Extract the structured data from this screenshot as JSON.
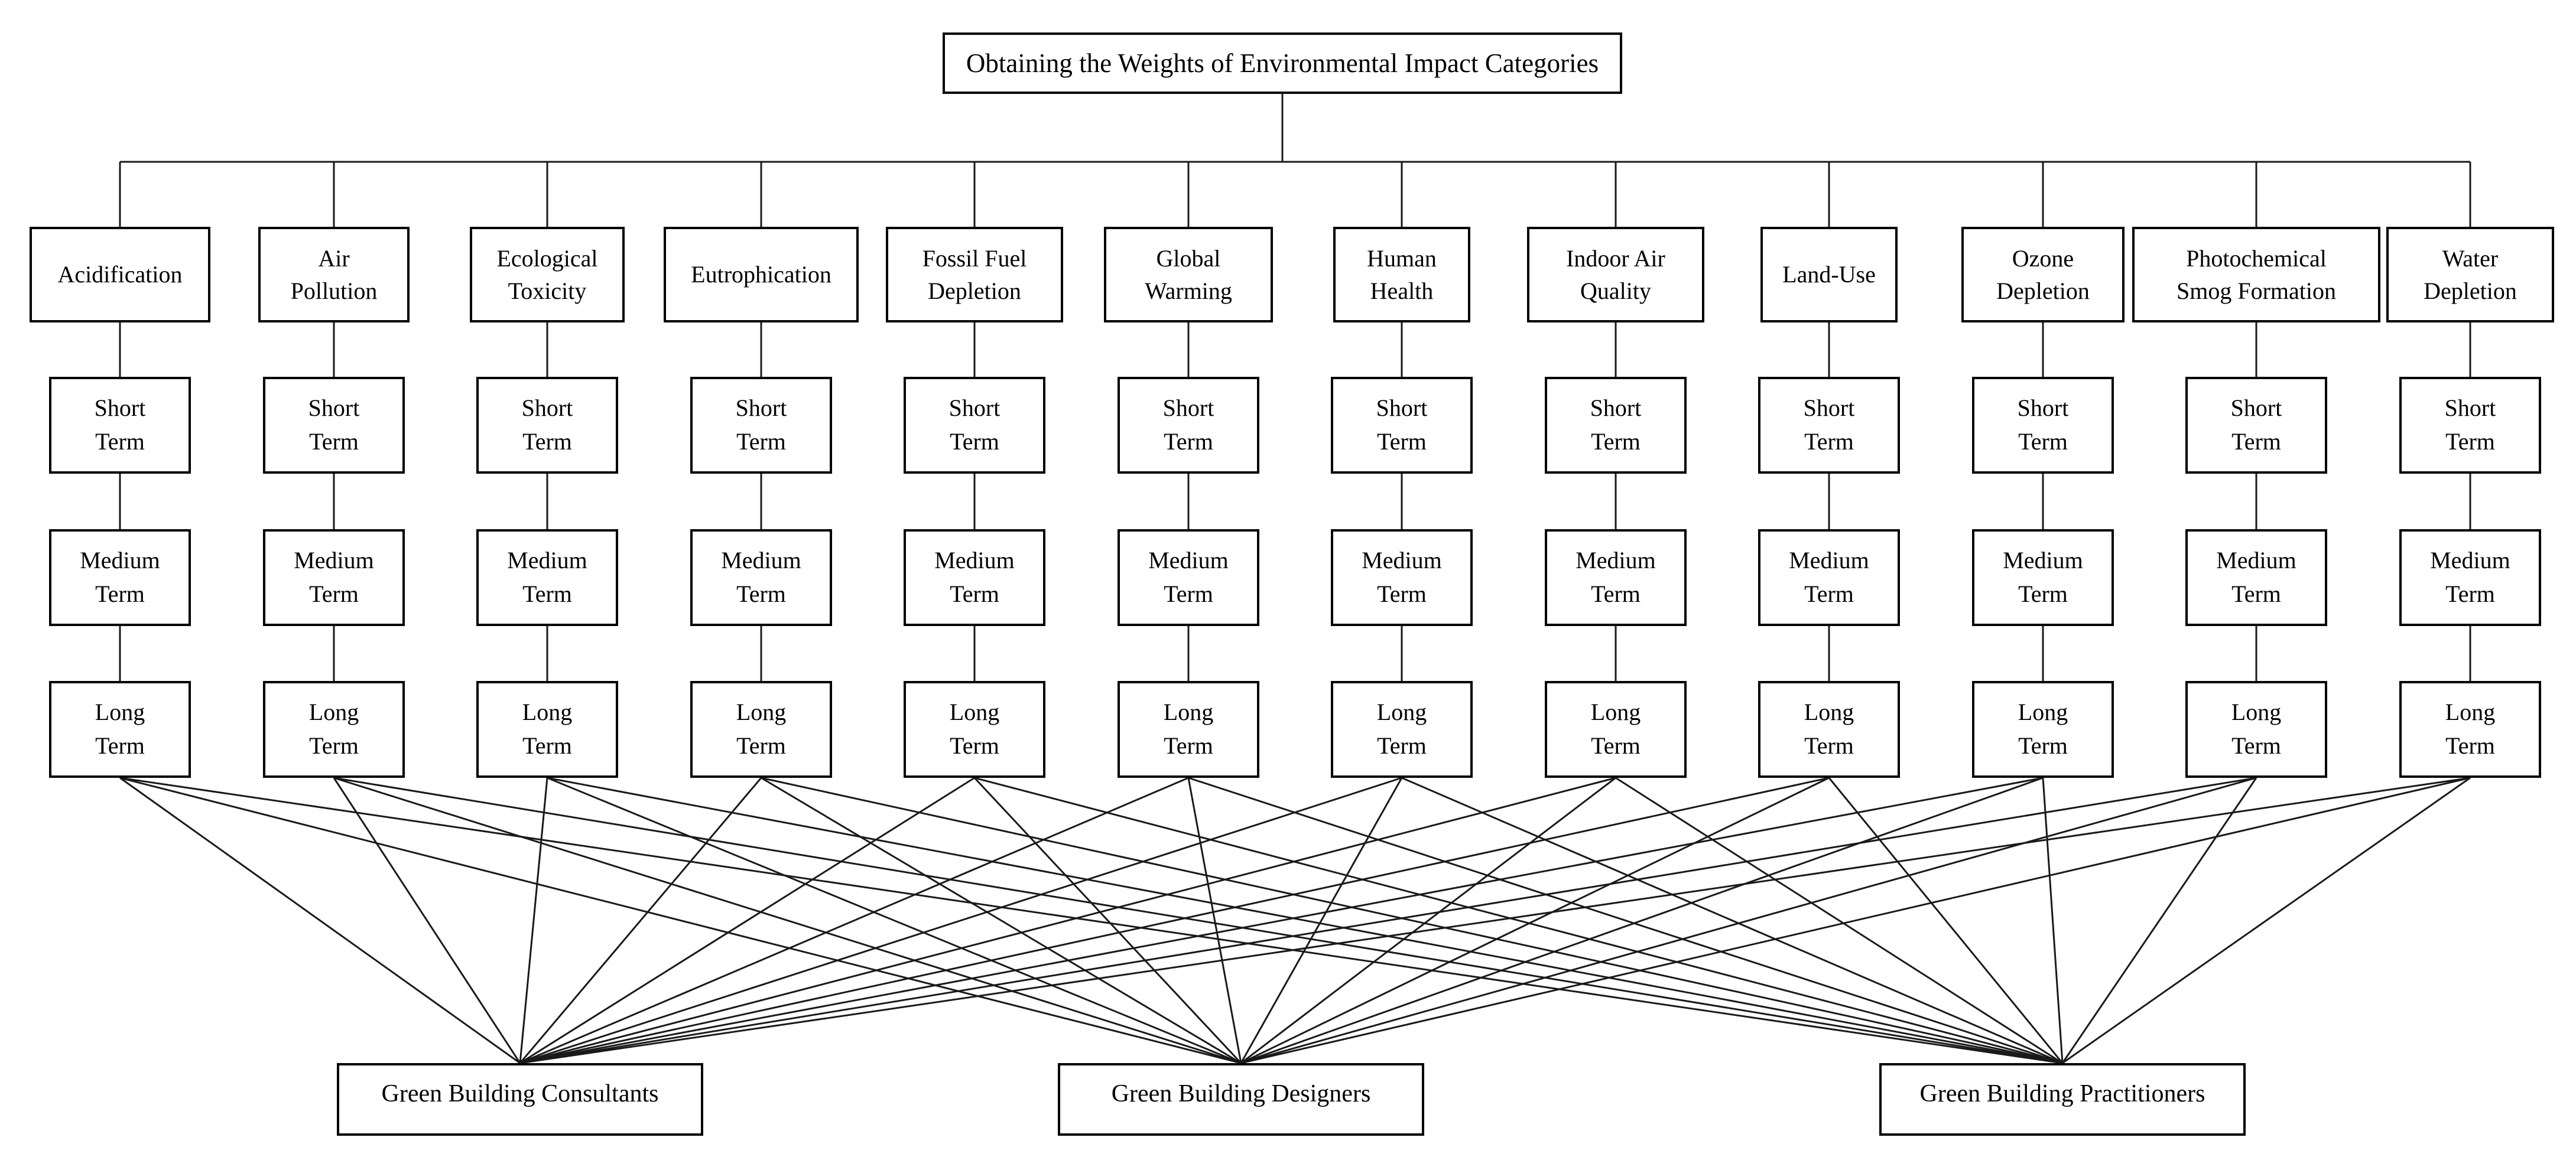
{
  "diagram": {
    "title": "Obtaining the Weights of Environmental Impact Categories",
    "categories": [
      "Acidification",
      "Air\nPollution",
      "Ecological\nToxicity",
      "Eutrophication",
      "Fossil Fuel\nDepletion",
      "Global\nWarming",
      "Human\nHealth",
      "Indoor Air\nQuality",
      "Land-Use",
      "Ozone\nDepletion",
      "Photochemical\nSmog Formation",
      "Water\nDepletion"
    ],
    "time_horizons": [
      "Short\nTerm",
      "Medium\nTerm",
      "Long\nTerm"
    ],
    "stakeholders": [
      "Green Building Consultants",
      "Green Building Designers",
      "Green Building Practitioners"
    ],
    "colors": {
      "background": "#ffffff",
      "box_fill": "#ffffff",
      "box_border": "#000000",
      "line": "#1a1a1a",
      "text": "#000000"
    }
  }
}
